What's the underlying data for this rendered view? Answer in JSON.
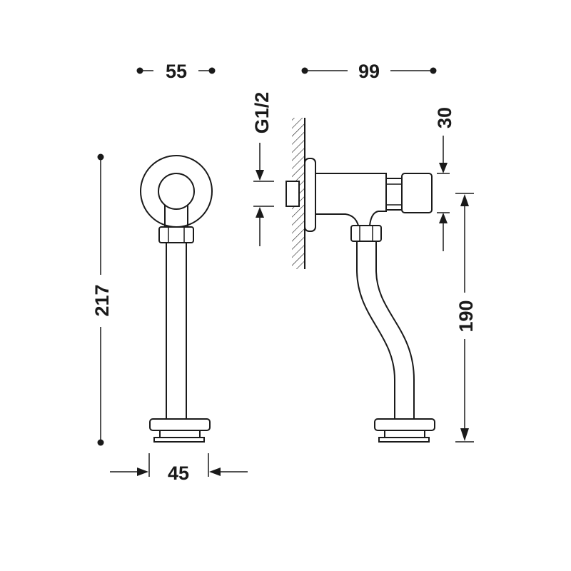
{
  "dimensions": {
    "front_width_top": "55",
    "side_width_top": "99",
    "thread": "G1/2",
    "button_height": "30",
    "total_height": "217",
    "side_height": "190",
    "base_width": "45"
  },
  "colors": {
    "ink": "#1a1a1a",
    "background": "#ffffff"
  }
}
